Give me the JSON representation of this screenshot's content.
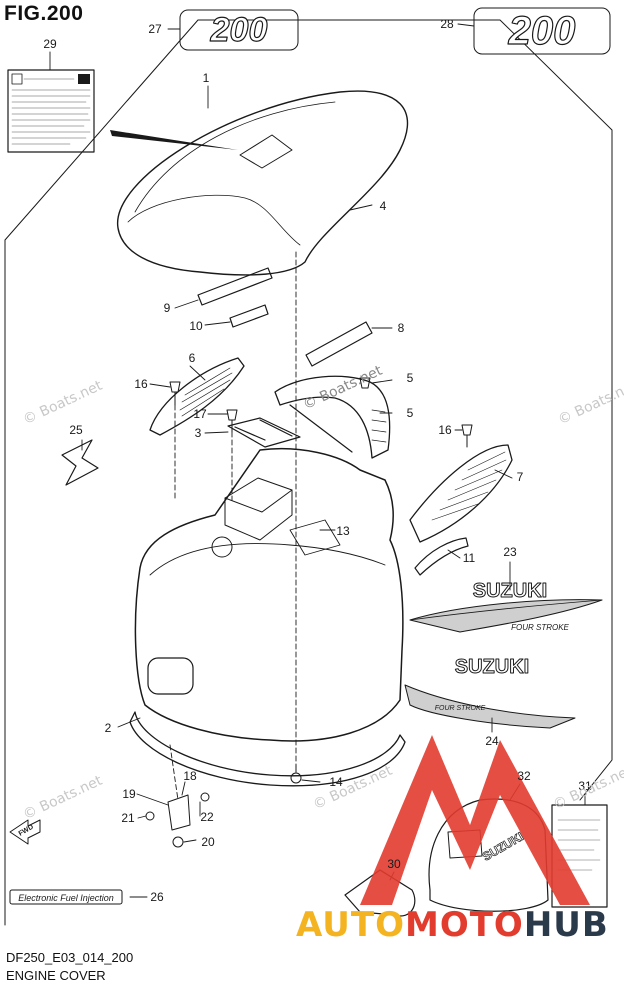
{
  "figure": {
    "title": "FIG.200",
    "code": "DF250_E03_014_200",
    "name": "ENGINE COVER"
  },
  "decals": {
    "model_number": "200",
    "brand": "SUZUKI",
    "stroke": "FOUR STROKE",
    "efi_label": "Electronic Fuel Injection"
  },
  "callouts": [
    {
      "id": "c1",
      "label": "1"
    },
    {
      "id": "c2",
      "label": "2"
    },
    {
      "id": "c3",
      "label": "3"
    },
    {
      "id": "c4",
      "label": "4"
    },
    {
      "id": "c5a",
      "label": "5"
    },
    {
      "id": "c5b",
      "label": "5"
    },
    {
      "id": "c6",
      "label": "6"
    },
    {
      "id": "c7",
      "label": "7"
    },
    {
      "id": "c8",
      "label": "8"
    },
    {
      "id": "c9",
      "label": "9"
    },
    {
      "id": "c10",
      "label": "10"
    },
    {
      "id": "c11",
      "label": "11"
    },
    {
      "id": "c13",
      "label": "13"
    },
    {
      "id": "c14",
      "label": "14"
    },
    {
      "id": "c16a",
      "label": "16"
    },
    {
      "id": "c16b",
      "label": "16"
    },
    {
      "id": "c17",
      "label": "17"
    },
    {
      "id": "c18",
      "label": "18"
    },
    {
      "id": "c19",
      "label": "19"
    },
    {
      "id": "c20",
      "label": "20"
    },
    {
      "id": "c21",
      "label": "21"
    },
    {
      "id": "c22",
      "label": "22"
    },
    {
      "id": "c23",
      "label": "23"
    },
    {
      "id": "c24",
      "label": "24"
    },
    {
      "id": "c25",
      "label": "25"
    },
    {
      "id": "c26",
      "label": "26"
    },
    {
      "id": "c27",
      "label": "27"
    },
    {
      "id": "c28",
      "label": "28"
    },
    {
      "id": "c29",
      "label": "29"
    },
    {
      "id": "c30",
      "label": "30"
    },
    {
      "id": "c31",
      "label": "31"
    },
    {
      "id": "c32",
      "label": "32"
    }
  ],
  "fwd_label": "FWD",
  "watermark": "© Boats.net",
  "brand_logo": {
    "part1": "AUTO",
    "part2": "MOTO",
    "part3": "HUB"
  },
  "colors": {
    "line": "#1a1a1a",
    "accent_red": "#e23c2f",
    "accent_yellow": "#f4b321",
    "watermark": "#c8c8c8"
  }
}
